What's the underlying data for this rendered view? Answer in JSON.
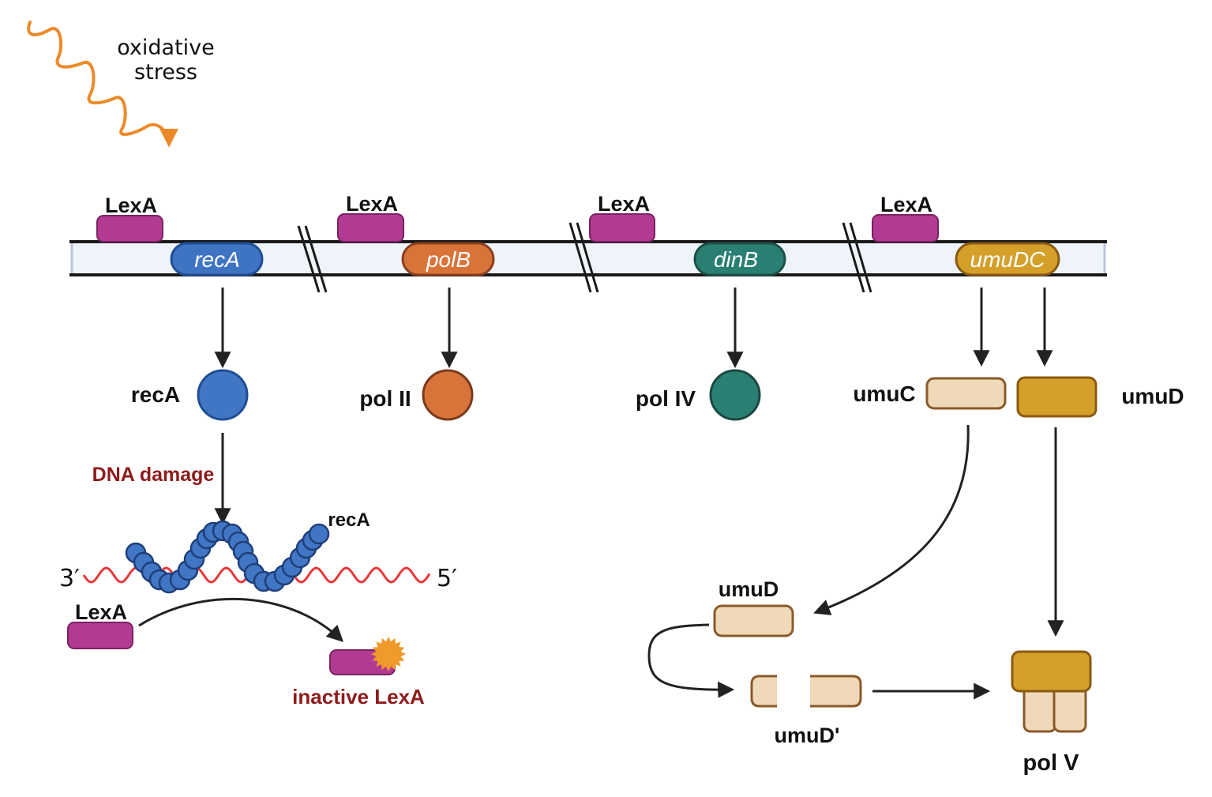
{
  "stimulus": {
    "label_line1": "oxidative",
    "label_line2": "stress",
    "color": "#ec8a2a"
  },
  "operators": [
    {
      "label": "LexA"
    },
    {
      "label": "LexA"
    },
    {
      "label": "LexA"
    },
    {
      "label": "LexA"
    }
  ],
  "genes": [
    {
      "name": "recA",
      "color": "#3f74c2"
    },
    {
      "name": "polB",
      "color": "#d8743a"
    },
    {
      "name": "dinB",
      "color": "#2a7f73"
    },
    {
      "name": "umuDC",
      "color": "#d4a02a"
    }
  ],
  "products": {
    "recA": {
      "label": "recA",
      "color": "#4176c4"
    },
    "pol2": {
      "label": "pol II",
      "color": "#d8743a"
    },
    "pol4": {
      "label": "pol IV",
      "color": "#2a7f73"
    },
    "umuC": {
      "label": "umuC",
      "color": "#efd9b8"
    },
    "umuD": {
      "label": "umuD",
      "color": "#d4a02a"
    }
  },
  "sos_pathway": {
    "damage_label": "DNA damage",
    "filament_label": "recA",
    "strand_3": "3′",
    "strand_5": "5′",
    "lexa_label": "LexA",
    "inactive_label": "inactive LexA"
  },
  "polv_pathway": {
    "umuD_label": "umuD",
    "umuD_prime_label": "umuD'",
    "polV_label": "pol V"
  },
  "colors": {
    "lexa": "#b23a93",
    "dna_band": "#eef4fa",
    "ssdna": "#e8383a",
    "arrow": "#222222",
    "damage_text": "#8e1b1b",
    "burst": "#ef9a2a"
  }
}
